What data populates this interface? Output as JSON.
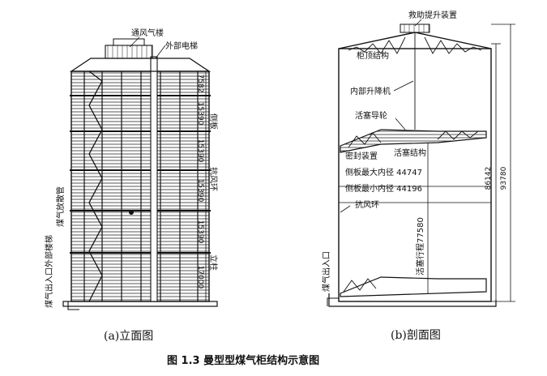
{
  "elevation": {
    "caption": "(a)立面图",
    "labels": {
      "vent_stair": "通风气楼",
      "ext_elevator": "外部电梯",
      "side_plate": "侧板",
      "wind_ring": "抗风环",
      "column": "立柱",
      "gas_inlet": "煤气出入口外部楼梯",
      "gas_diffuser": "煤气放散管"
    },
    "dims": [
      "7582",
      "15390",
      "15390",
      "15390",
      "15390",
      "17000"
    ]
  },
  "section": {
    "caption": "(b)剖面图",
    "labels": {
      "rescue_lift": "救助提升装置",
      "roof": "柜顶结构",
      "inner_lift": "内部升降机",
      "piston_guide": "活塞导轮",
      "seal": "密封装置",
      "piston": "活塞结构",
      "max_dia": "侧板最大内径 44747",
      "min_dia": "侧板最小内径 44196",
      "wind_ring": "抗风环",
      "gas_inlet": "煤气出入口",
      "stroke": "活塞行程77580"
    },
    "dims": [
      "86142",
      "93780"
    ]
  },
  "figure_title": "图 1.3    曼型型煤气柜结构示意图"
}
